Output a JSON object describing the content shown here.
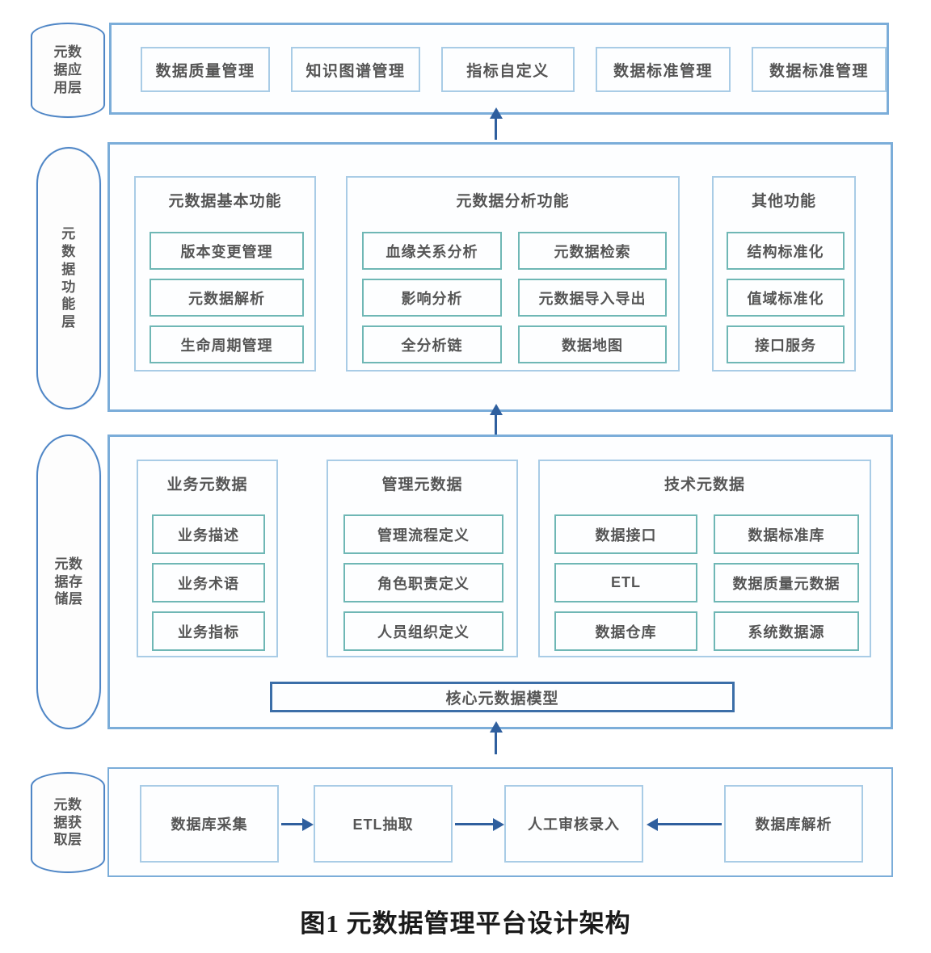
{
  "figure": {
    "caption": "图1 元数据管理平台设计架构",
    "colors": {
      "frame_blue": "#7badd9",
      "group_blue": "#a9cce6",
      "leaf_teal": "#6fb7b5",
      "core_navy": "#3b6ea8",
      "pill_blue": "#4f86c6",
      "arrow_navy": "#2f5f9e",
      "text_gray": "#555555"
    }
  },
  "layers": [
    {
      "id": "application",
      "label": "元数据应用层",
      "items": [
        {
          "label": "数据质量管理"
        },
        {
          "label": "知识图谱管理"
        },
        {
          "label": "指标自定义"
        },
        {
          "label": "数据标准管理"
        },
        {
          "label": "数据标准管理"
        }
      ]
    },
    {
      "id": "function",
      "label": "元数据功能层",
      "groups": [
        {
          "title": "元数据基本功能",
          "items": [
            "版本变更管理",
            "元数据解析",
            "生命周期管理"
          ]
        },
        {
          "title": "元数据分析功能",
          "items_left": [
            "血缘关系分析",
            "影响分析",
            "全分析链"
          ],
          "items_right": [
            "元数据检索",
            "元数据导入导出",
            "数据地图"
          ]
        },
        {
          "title": "其他功能",
          "items": [
            "结构标准化",
            "值域标准化",
            "接口服务"
          ]
        }
      ]
    },
    {
      "id": "storage",
      "label": "元数据存储层",
      "groups": [
        {
          "title": "业务元数据",
          "items": [
            "业务描述",
            "业务术语",
            "业务指标"
          ]
        },
        {
          "title": "管理元数据",
          "items": [
            "管理流程定义",
            "角色职责定义",
            "人员组织定义"
          ]
        },
        {
          "title": "技术元数据",
          "items_left": [
            "数据接口",
            "ETL",
            "数据仓库"
          ],
          "items_right": [
            "数据标准库",
            "数据质量元数据",
            "系统数据源"
          ]
        }
      ],
      "core_model": "核心元数据模型"
    },
    {
      "id": "acquisition",
      "label": "元数据获取层",
      "items": [
        {
          "label": "数据库采集"
        },
        {
          "label": "ETL抽取"
        },
        {
          "label": "人工审核录入"
        },
        {
          "label": "数据库解析"
        }
      ],
      "flow": [
        {
          "from": "数据库采集",
          "to": "ETL抽取",
          "direction": "right"
        },
        {
          "from": "ETL抽取",
          "to": "人工审核录入",
          "direction": "right"
        },
        {
          "from": "数据库解析",
          "to": "人工审核录入",
          "direction": "left"
        }
      ]
    }
  ],
  "inter_layer_arrows": [
    {
      "from": "元数据功能层",
      "to": "元数据应用层",
      "direction": "up"
    },
    {
      "from": "元数据存储层",
      "to": "元数据功能层",
      "direction": "up"
    },
    {
      "from": "元数据获取层",
      "to": "元数据存储层",
      "direction": "up"
    }
  ]
}
